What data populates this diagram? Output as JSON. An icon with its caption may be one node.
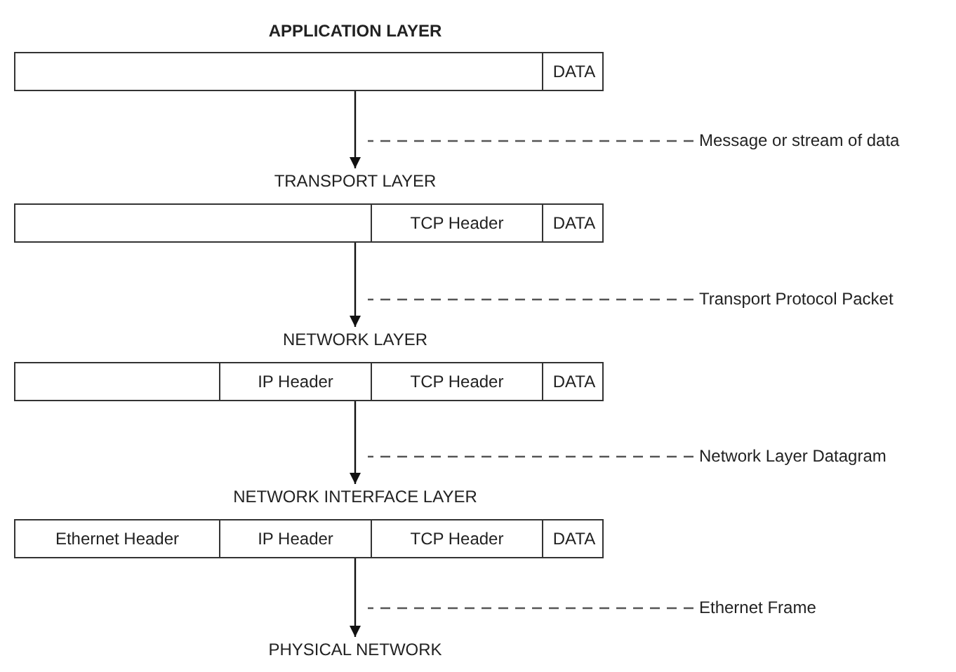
{
  "diagram": {
    "nodes": [
      {
        "text": [
          "APPLICATION LAYER"
        ]
      },
      {
        "text": [],
        "shape": "bar"
      },
      {
        "text": [
          "DATA"
        ],
        "in": 1
      },
      {
        "text": [
          "Message or stream of data"
        ]
      },
      {
        "text": [
          "TRANSPORT LAYER"
        ]
      },
      {
        "text": [],
        "shape": "bar"
      },
      {
        "text": [
          "TCP Header"
        ],
        "in": 5
      },
      {
        "text": [
          "DATA"
        ],
        "in": 5
      },
      {
        "text": [
          "Transport Protocol Packet"
        ]
      },
      {
        "text": [
          "NETWORK LAYER"
        ]
      },
      {
        "text": [],
        "shape": "bar"
      },
      {
        "text": [
          "IP Header"
        ],
        "in": 10
      },
      {
        "text": [
          "TCP Header"
        ],
        "in": 10
      },
      {
        "text": [
          "DATA"
        ],
        "in": 10
      },
      {
        "text": [
          "Network Layer Datagram"
        ]
      },
      {
        "text": [
          "NETWORK INTERFACE LAYER"
        ]
      },
      {
        "text": [],
        "shape": "bar"
      },
      {
        "text": [
          "Ethernet Header"
        ],
        "in": 16
      },
      {
        "text": [
          "IP Header"
        ],
        "in": 16
      },
      {
        "text": [
          "TCP Header"
        ],
        "in": 16
      },
      {
        "text": [
          "DATA"
        ],
        "in": 16
      },
      {
        "text": [
          "Ethernet Frame"
        ]
      },
      {
        "text": [
          "PHYSICAL NETWORK"
        ]
      }
    ],
    "edges": [
      {
        "from": 1,
        "to": 4,
        "arrow": "to"
      },
      {
        "from": 3,
        "to": null,
        "arrow": "none",
        "style": "dashed"
      },
      {
        "from": 5,
        "to": 9,
        "arrow": "to"
      },
      {
        "from": 8,
        "to": null,
        "arrow": "none",
        "style": "dashed"
      },
      {
        "from": 10,
        "to": 15,
        "arrow": "to"
      },
      {
        "from": 14,
        "to": null,
        "arrow": "none",
        "style": "dashed"
      },
      {
        "from": 16,
        "to": 22,
        "arrow": "to"
      },
      {
        "from": 21,
        "to": null,
        "arrow": "none",
        "style": "dashed"
      }
    ]
  }
}
